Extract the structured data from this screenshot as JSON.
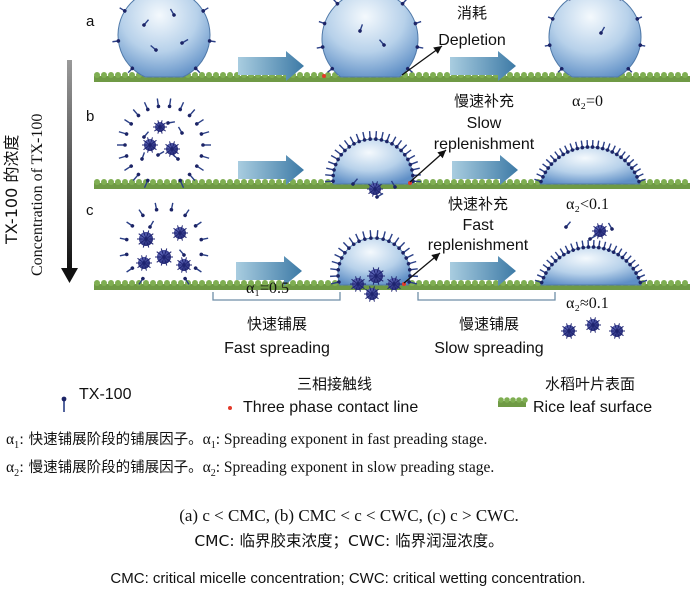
{
  "rows": [
    {
      "label": "a"
    },
    {
      "label": "b"
    },
    {
      "label": "c"
    }
  ],
  "axis": {
    "cn": "TX-100 的浓度",
    "en": "Concentration of TX-100"
  },
  "stage_labels": {
    "depletion_cn": "消耗",
    "depletion_en": "Depletion",
    "slow_rep_cn": "慢速补充",
    "slow_rep_en1": "Slow",
    "slow_rep_en2": "replenishment",
    "fast_rep_cn": "快速补充",
    "fast_rep_en1": "Fast",
    "fast_rep_en2": "replenishment"
  },
  "alpha_values": {
    "a2_a": "α₂=0",
    "a2_b": "α₂<0.1",
    "a1_c": "α₁=0.5",
    "a2_c": "α₂≈0.1"
  },
  "phases": {
    "fast_cn": "快速铺展",
    "fast_en": "Fast spreading",
    "slow_cn": "慢速铺展",
    "slow_en": "Slow spreading"
  },
  "legend": {
    "tx_label": "TX-100",
    "tpcl_cn": "三相接触线",
    "tpcl_en": "Three phase contact line",
    "leaf_cn": "水稻叶片表面",
    "leaf_en": "Rice leaf surface"
  },
  "notes": {
    "a1_sym": "α",
    "a1_sub": "1",
    "a1_cn": ": 快速铺展阶段的铺展因子。",
    "a1_en": ": Spreading exponent in fast preading stage.",
    "a2_sym": "α",
    "a2_sub": "2",
    "a2_cn": ": 慢速铺展阶段的铺展因子。",
    "a2_en": ": Spreading exponent in slow preading stage.",
    "conditions": "(a) c < CMC, (b) CMC < c < CWC, (c) c > CWC.",
    "abbr_cn": "CMC: 临界胶束浓度；CWC: 临界润湿浓度。",
    "abbr_en": "CMC: critical micelle concentration; CWC: critical wetting concentration."
  },
  "colors": {
    "drop_light": "#eef6fc",
    "drop_dark": "#5f8fc6",
    "arrow": "#4c86ad",
    "leaf": "#6f9a45",
    "micelle": "#28307e",
    "contact": "#e23a2a"
  }
}
